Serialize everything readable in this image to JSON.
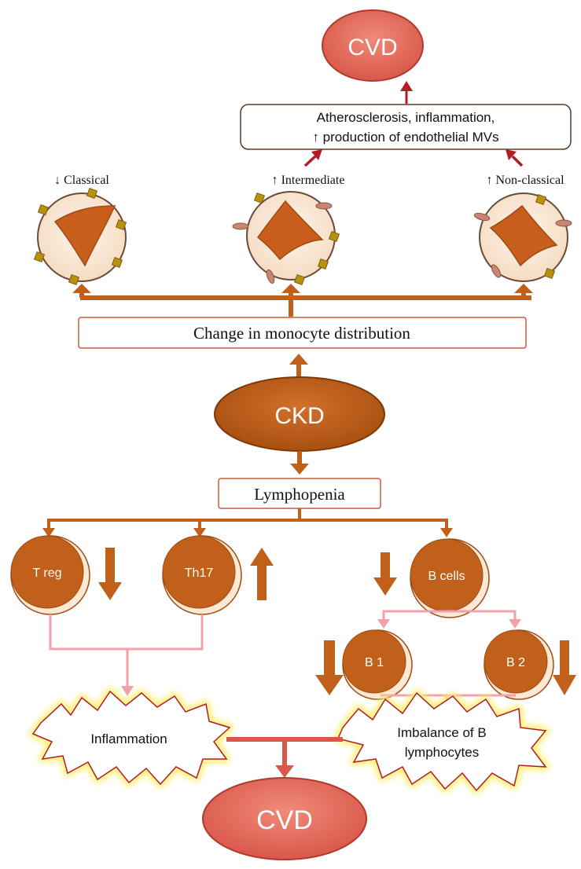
{
  "nodes": {
    "cvd_top": "CVD",
    "athero_line1": "Atherosclerosis, inflammation,",
    "athero_line2": "↑ production of endothelial MVs",
    "classical": "↓ Classical",
    "intermediate": "↑ Intermediate",
    "nonclassical": "↑ Non-classical",
    "monocyte_change": "Change in monocyte distribution",
    "ckd": "CKD",
    "lymphopenia": "Lymphopenia",
    "treg": "T reg",
    "th17": "Th17",
    "bcells": "B cells",
    "b1": "B 1",
    "b2": "B 2",
    "inflammation": "Inflammation",
    "imbalance_line1": "Imbalance of B",
    "imbalance_line2": "lymphocytes",
    "cvd_bottom": "CVD"
  },
  "colors": {
    "orange": "#c0601a",
    "orange_dark": "#a24a10",
    "salmon": "#e46a55",
    "pink": "#f2a0aa",
    "red_arrow": "#b01d25",
    "cell_fill": "#fbeee0",
    "receptor_yellow": "#b8920f",
    "receptor_pink": "#c98574",
    "burst_glow": "#fff07a",
    "burst_stroke": "#b01d25"
  }
}
